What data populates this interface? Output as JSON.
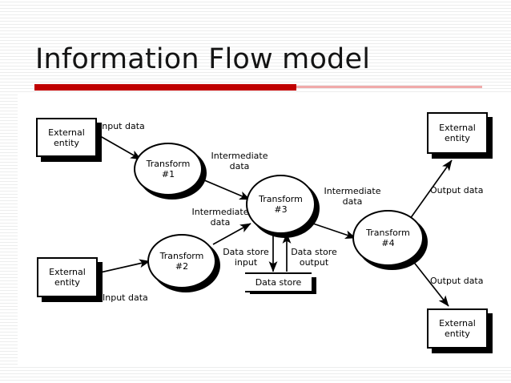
{
  "slide": {
    "title": "Information Flow model",
    "accent_color": "#c00000",
    "accent_color_light": "#f0aaaa",
    "background": "#ffffff",
    "stripe_color": "#eceded"
  },
  "diagram": {
    "type": "data-flow-diagram",
    "external_entities": [
      {
        "id": "ee-top-left",
        "line1": "External",
        "line2": "entity"
      },
      {
        "id": "ee-top-right",
        "line1": "External",
        "line2": "entity"
      },
      {
        "id": "ee-bottom-left",
        "line1": "External",
        "line2": "entity"
      },
      {
        "id": "ee-bottom-right",
        "line1": "External",
        "line2": "entity"
      }
    ],
    "transforms": [
      {
        "id": "transform-1",
        "line1": "Transform",
        "line2": "#1"
      },
      {
        "id": "transform-2",
        "line1": "Transform",
        "line2": "#2"
      },
      {
        "id": "transform-3",
        "line1": "Transform",
        "line2": "#3"
      },
      {
        "id": "transform-4",
        "line1": "Transform",
        "line2": "#4"
      }
    ],
    "data_store": {
      "id": "data-store",
      "label": "Data store"
    },
    "flow_labels": [
      {
        "id": "flow-input-data-top",
        "line1": "Input data",
        "line2": ""
      },
      {
        "id": "flow-intermediate-1-3",
        "line1": "Intermediate",
        "line2": "data"
      },
      {
        "id": "flow-intermediate-2-3",
        "line1": "Intermediate",
        "line2": "data"
      },
      {
        "id": "flow-intermediate-3-4",
        "line1": "Intermediate",
        "line2": "data"
      },
      {
        "id": "flow-data-store-input",
        "line1": "Data store",
        "line2": "input"
      },
      {
        "id": "flow-data-store-output",
        "line1": "Data store",
        "line2": "output"
      },
      {
        "id": "flow-input-data-bottom",
        "line1": "Input data",
        "line2": ""
      },
      {
        "id": "flow-output-data-top",
        "line1": "Output data",
        "line2": ""
      },
      {
        "id": "flow-output-data-bottom",
        "line1": "Output data",
        "line2": ""
      }
    ]
  }
}
